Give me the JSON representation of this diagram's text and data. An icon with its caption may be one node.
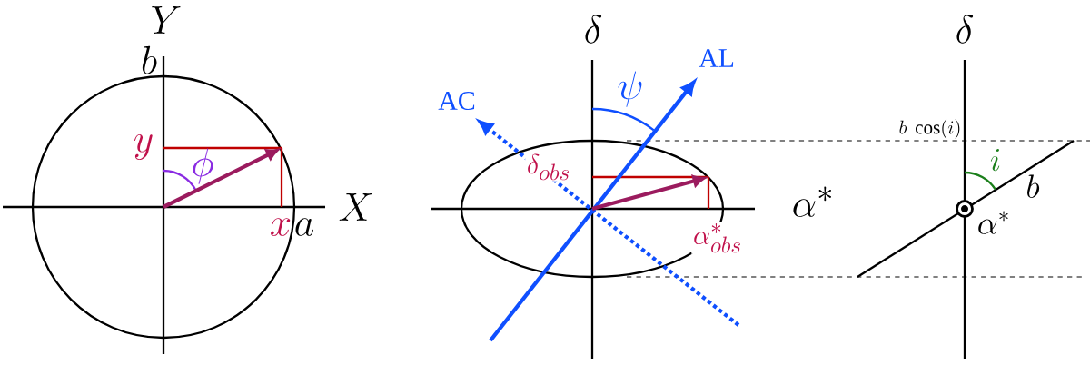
{
  "diagram": {
    "labels": [
      "Y",
      "b",
      "y",
      "\\phi",
      "X",
      "x",
      "a",
      "\\delta",
      "AL",
      "\\psi",
      "AC",
      "\\delta_{obs}",
      "\\alpha^*",
      "\\alpha^*_{obs}",
      "\\delta",
      "b\\ \\cos(i)",
      "i",
      "b",
      "\\alpha^*"
    ]
  }
}
